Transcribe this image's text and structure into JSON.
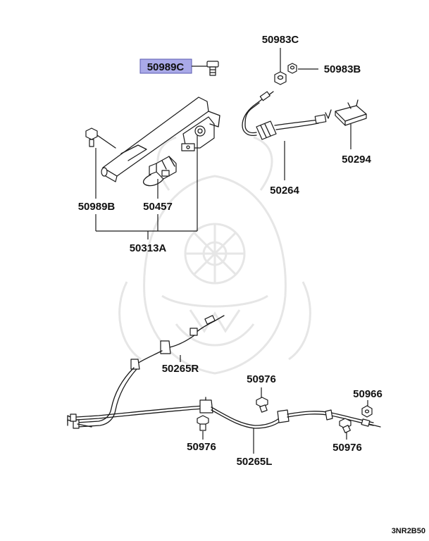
{
  "highlight_color": "#a9a9e8",
  "ref_code": "3NR2B50",
  "labels": {
    "p50983C": "50983C",
    "p50989C": "50989C",
    "p50983B": "50983B",
    "p50294": "50294",
    "p50264": "50264",
    "p50989B": "50989B",
    "p50457": "50457",
    "p50313A": "50313A",
    "p50265R": "50265R",
    "p50976_a": "50976",
    "p50966": "50966",
    "p50976_b": "50976",
    "p50265L": "50265L",
    "p50976_c": "50976"
  }
}
